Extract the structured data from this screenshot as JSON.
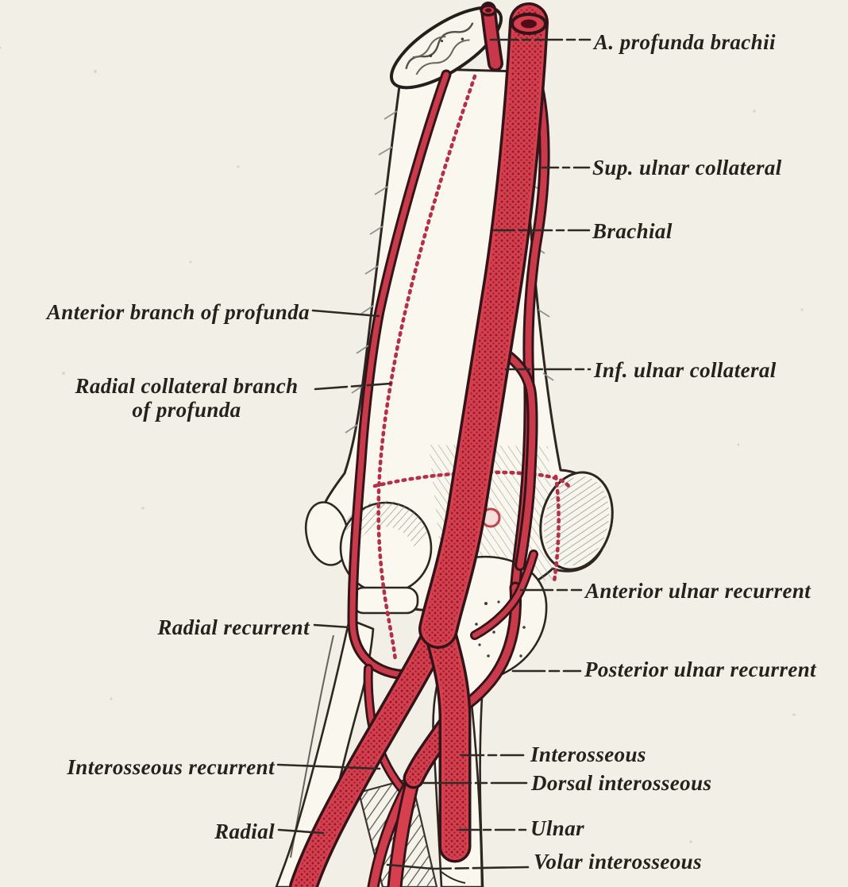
{
  "illustration": {
    "labels": [
      {
        "id": "a-profunda-brachii",
        "text": "A. profunda brachii"
      },
      {
        "id": "sup-ulnar-collateral",
        "text": "Sup. ulnar collateral"
      },
      {
        "id": "brachial",
        "text": "Brachial"
      },
      {
        "id": "anterior-branch-of-profunda",
        "text": "Anterior branch of profunda"
      },
      {
        "id": "radial-collateral-branch",
        "text": "Radial collateral branch\nof profunda"
      },
      {
        "id": "inf-ulnar-collateral",
        "text": "Inf. ulnar collateral"
      },
      {
        "id": "anterior-ulnar-recurrent",
        "text": "Anterior ulnar recurrent"
      },
      {
        "id": "radial-recurrent",
        "text": "Radial recurrent"
      },
      {
        "id": "posterior-ulnar-recurrent",
        "text": "Posterior ulnar recurrent"
      },
      {
        "id": "interosseous-recurrent",
        "text": "Interosseous recurrent"
      },
      {
        "id": "interosseous",
        "text": "Interosseous"
      },
      {
        "id": "dorsal-interosseous",
        "text": "Dorsal interosseous"
      },
      {
        "id": "radial",
        "text": "Radial"
      },
      {
        "id": "ulnar",
        "text": "Ulnar"
      },
      {
        "id": "volar-interosseous",
        "text": "Volar interosseous"
      }
    ],
    "colors": {
      "paper": "#f2efe7",
      "artery_red": "#d6404e",
      "artery_stipple": "#8e1b2c",
      "artery_outline": "#311419",
      "bone_fill": "#faf7ef",
      "bone_outline": "#2d2621",
      "hatch_gray": "#7e847f",
      "label_ink": "#26211c",
      "dotted_vessel": "#b43048"
    }
  }
}
